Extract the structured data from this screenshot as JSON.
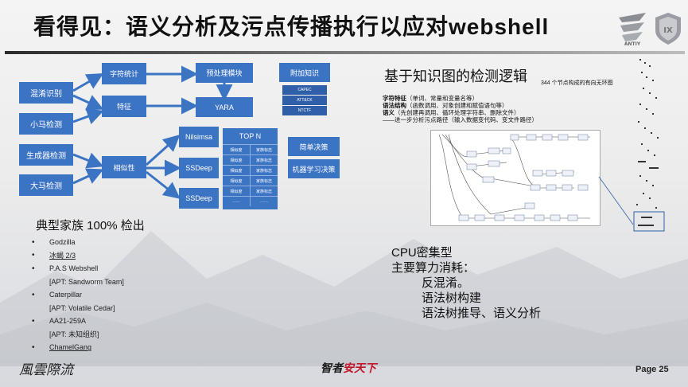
{
  "title": "看得见：语义分析及污点传播执行以应对webshell",
  "diagram": {
    "left_inputs": [
      "混淆识别",
      "小马检测",
      "生成器检测",
      "大马检测"
    ],
    "char_stats": "字符统计",
    "feature": "特征",
    "similarity": "相似性",
    "preprocess": "预处理模块",
    "yara": "YARA",
    "nilsimsa": "Nilsimsa",
    "ssdeep1": "SSDeep",
    "ssdeep2": "SSDeep",
    "topn_header": "TOP N",
    "topn_rows": [
      [
        "相似度",
        "家族标志"
      ],
      [
        "相似度",
        "家族标志"
      ],
      [
        "相似度",
        "家族标志"
      ],
      [
        "相似度",
        "家族标志"
      ],
      [
        "相似度",
        "家族标志"
      ],
      [
        "……",
        "……"
      ]
    ],
    "extra_knowledge": "附加知识",
    "extra_items": [
      "CAPEC",
      "ATT&CK",
      "NTCTF"
    ],
    "simple_decision": "简单决策",
    "ml_decision": "机器学习决策"
  },
  "knowledge": {
    "title": "基于知识图的检测逻辑",
    "subtitle": "344 个节点构成的有向无环图",
    "features": [
      {
        "key": "字符特征",
        "val": "（单词、常量和变量名等）"
      },
      {
        "key": "语法结构",
        "val": "（函数调用、对象创建和赋值语句等）"
      },
      {
        "key": "语义",
        "val": "（先创建再调用、循环处理字符串、删除文件）"
      },
      {
        "key": "",
        "val": "——进一步分析污点路径（输入数据变代码、变文件路径）"
      }
    ]
  },
  "family": {
    "heading": "典型家族 100% 检出",
    "items": [
      {
        "text": "Godzilla",
        "bullet": true,
        "underline": false
      },
      {
        "text": "冰蝎 2/3",
        "bullet": true,
        "underline": true
      },
      {
        "text": "P.A.S Webshell",
        "bullet": true,
        "underline": false
      },
      {
        "text": "[APT: Sandworm Team]",
        "bullet": false,
        "underline": false
      },
      {
        "text": "Caterpillar",
        "bullet": true,
        "underline": false
      },
      {
        "text": "[APT: Volatile Cedar]",
        "bullet": false,
        "underline": false
      },
      {
        "text": "AA21-259A",
        "bullet": true,
        "underline": false
      },
      {
        "text": "[APT: 未知组织]",
        "bullet": false,
        "underline": false
      },
      {
        "text": "ChamelGang",
        "bullet": true,
        "underline": true
      }
    ]
  },
  "cpu": {
    "line1": "CPU密集型",
    "line2": "主要算力消耗：",
    "items": [
      "反混淆。",
      "语法树构建",
      "语法树推导、语义分析"
    ]
  },
  "footer": {
    "left": "風雲際流",
    "mid_a": "智者",
    "mid_b": "安天下",
    "page": "Page 25"
  },
  "colors": {
    "block": "#3c74c4",
    "dark_block": "#2e5fa8",
    "accent_red": "#c0152a"
  }
}
